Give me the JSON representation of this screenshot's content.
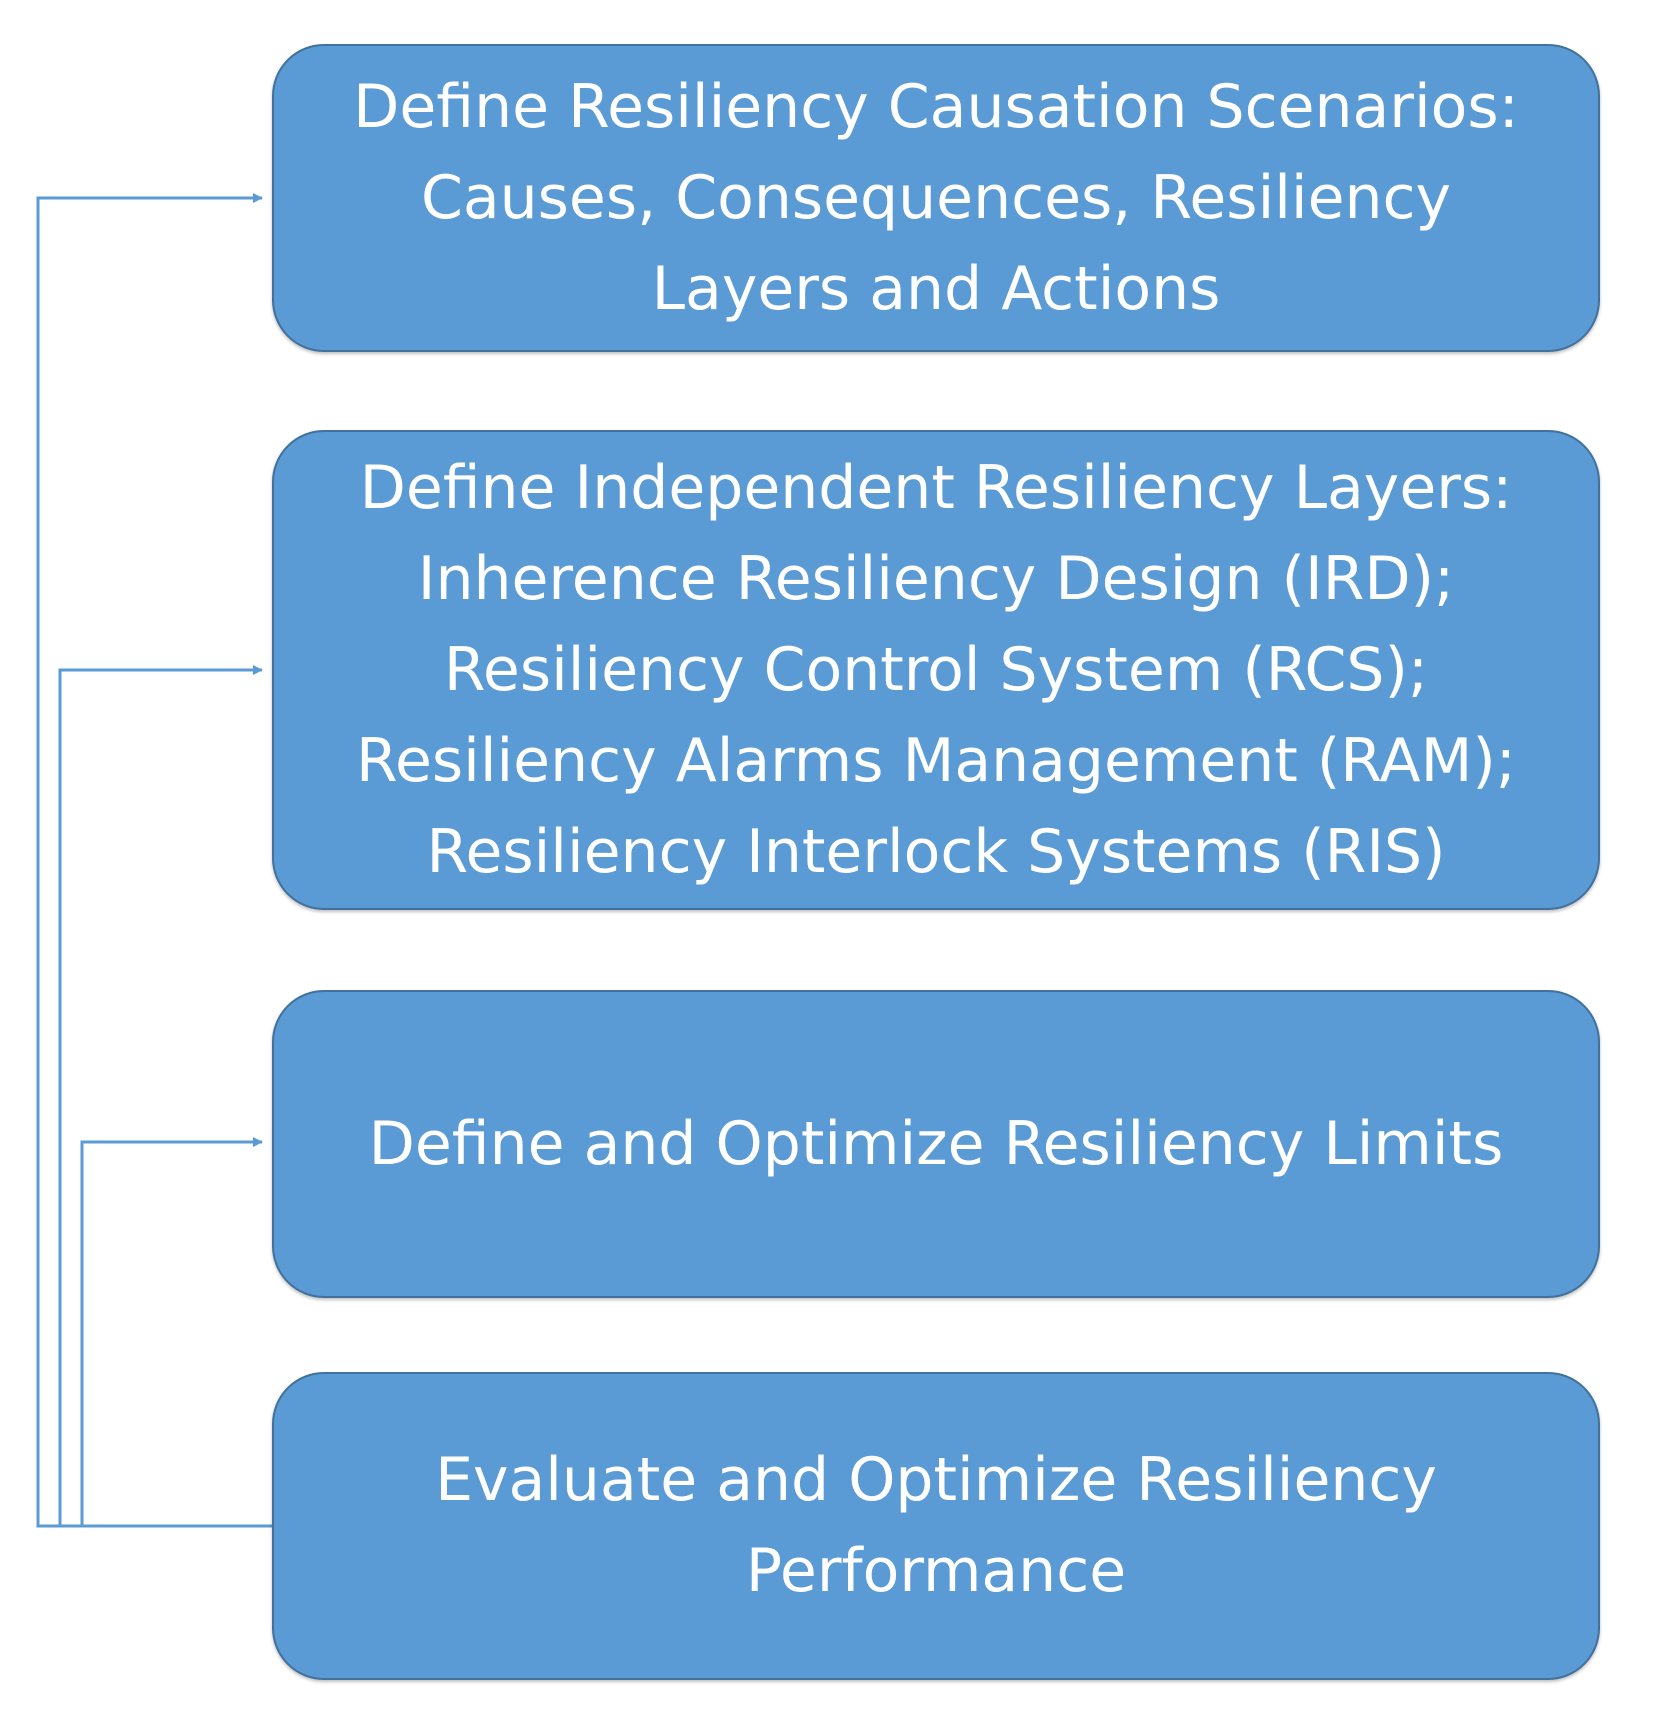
{
  "diagram": {
    "steps": [
      {
        "id": "step-1",
        "lines": [
          "Define Resiliency Causation Scenarios:",
          "Causes, Consequences, Resiliency",
          "Layers and Actions"
        ]
      },
      {
        "id": "step-2",
        "lines": [
          "Define Independent Resiliency Layers:",
          "Inherence Resiliency Design (IRD);",
          "Resiliency Control System (RCS);",
          "Resiliency Alarms Management (RAM);",
          "Resiliency Interlock Systems (RIS)"
        ]
      },
      {
        "id": "step-3",
        "lines": [
          "Define and Optimize Resiliency Limits"
        ]
      },
      {
        "id": "step-4",
        "lines": [
          "Evaluate and Optimize Resiliency",
          "Performance"
        ]
      }
    ],
    "feedback_links": [
      {
        "from": "step-4",
        "to": "step-1"
      },
      {
        "from": "step-4",
        "to": "step-2"
      },
      {
        "from": "step-4",
        "to": "step-3"
      }
    ],
    "colors": {
      "box_fill": "#5b9bd5",
      "box_border": "#41719c",
      "text": "#ffffff",
      "connector": "#5b9bd5"
    }
  }
}
